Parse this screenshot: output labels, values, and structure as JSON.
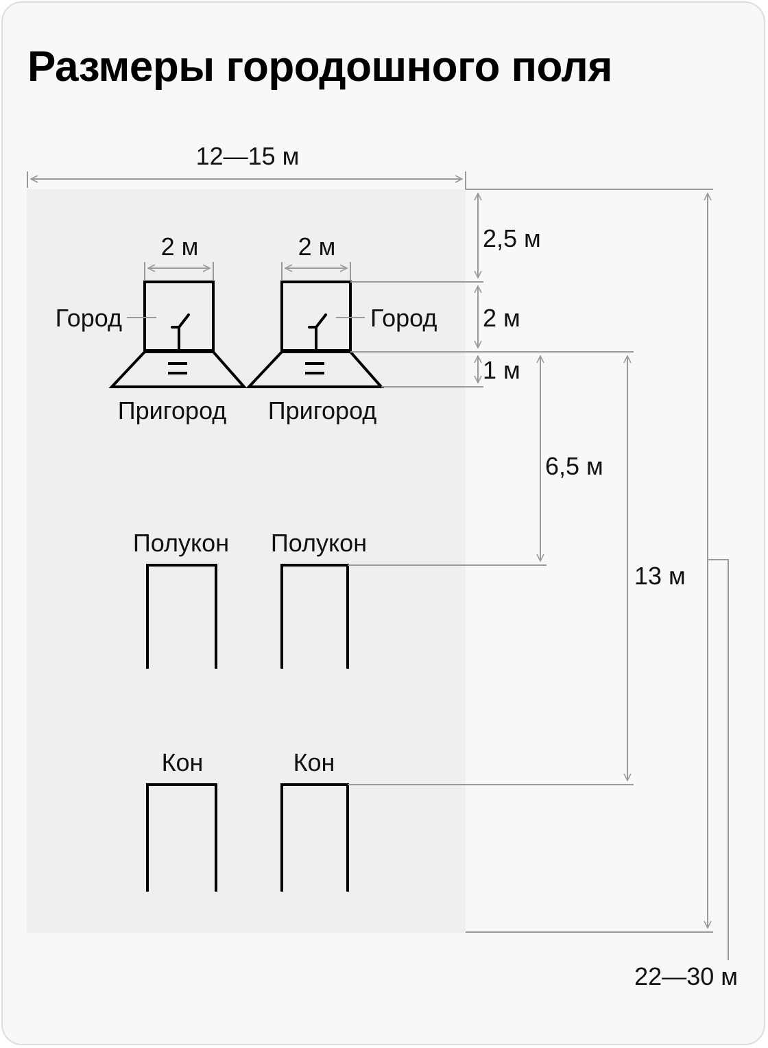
{
  "title": "Размеры городошного поля",
  "colors": {
    "card_background": "#f8f8f8",
    "field_background": "#efefef",
    "outline": "#000000",
    "dimension_line": "#9a9a9a"
  },
  "field": {
    "width_label": "12—15 м",
    "length_label": "22—30 м"
  },
  "labels": {
    "gorod_left": "Город",
    "gorod_right": "Город",
    "prigorod_left": "Пригород",
    "prigorod_right": "Пригород",
    "polukon_left": "Полукон",
    "polukon_right": "Полукон",
    "kon_left": "Кон",
    "kon_right": "Кон"
  },
  "dimensions": {
    "gorod_width_left": "2 м",
    "gorod_width_right": "2 м",
    "front_gap": "2,5 м",
    "gorod_depth": "2 м",
    "prigorod_depth": "1 м",
    "polukon_distance": "6,5 м",
    "kon_distance": "13 м"
  },
  "icons": [
    "gorodki-bat-icon",
    "equals-mark-icon"
  ]
}
